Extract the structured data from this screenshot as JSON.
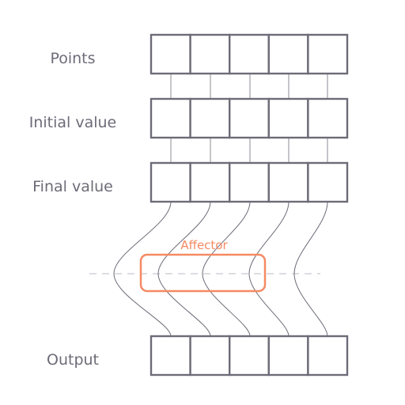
{
  "rows": [
    {
      "id": "points",
      "label": "Points",
      "cells": 5
    },
    {
      "id": "initial-value",
      "label": "Initial value",
      "cells": 5
    },
    {
      "id": "final-value",
      "label": "Final value",
      "cells": 5
    },
    {
      "id": "output",
      "label": "Output",
      "cells": 5
    }
  ],
  "affector": {
    "label": "Affector",
    "color": "#f58a63"
  },
  "colors": {
    "box_stroke": "#6e6b78",
    "text": "#6e6b78",
    "connector": "#8e8b96",
    "dashed_line": "#bdbac4"
  }
}
